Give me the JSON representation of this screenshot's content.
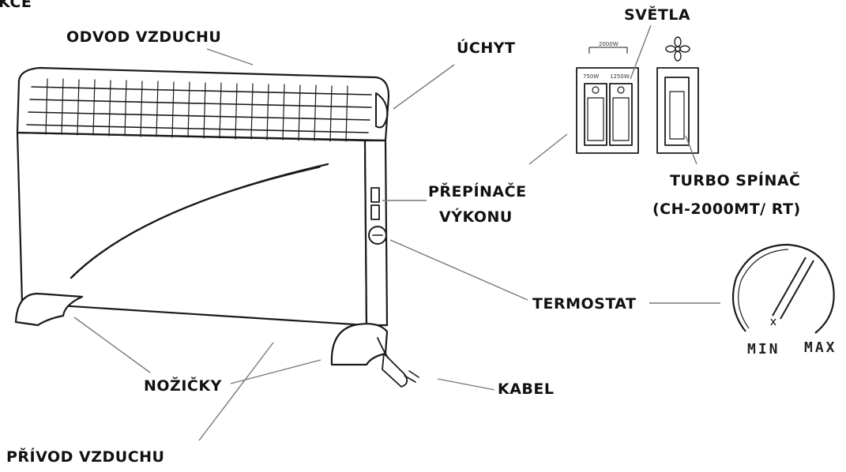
{
  "title": "KCE",
  "labels": {
    "odvod": "ODVOD VZDUCHU",
    "uchyt": "ÚCHYT",
    "svetla": "SVĚTLA",
    "prepinace_line1": "PŘEPÍNAČE",
    "prepinace_line2": "VÝKONU",
    "turbo_line1": "TURBO SPÍNAČ",
    "turbo_line2": "(CH-2000MT/ RT)",
    "termostat": "TERMOSTAT",
    "nozicky": "NOŽIČKY",
    "kabel": "KABEL",
    "privod": "PŘÍVOD VZDUCHU"
  },
  "switch_panel": {
    "top_watt": "2000W",
    "left_watt": "750W",
    "right_watt": "1250W"
  },
  "dial": {
    "min": "MIN",
    "max": "MAX"
  }
}
